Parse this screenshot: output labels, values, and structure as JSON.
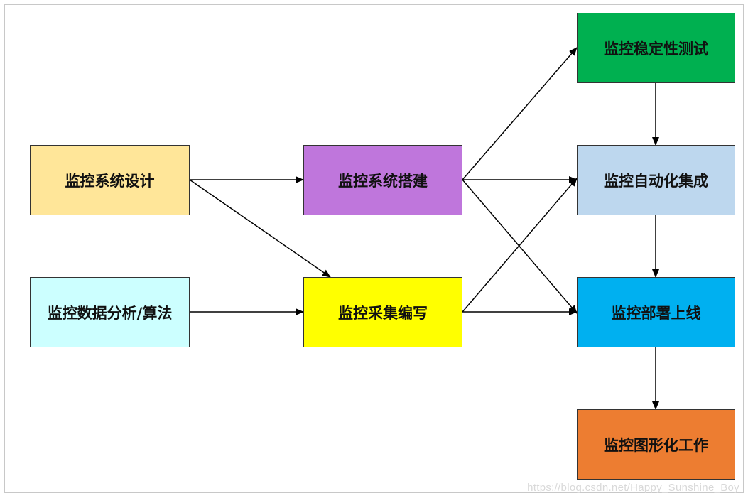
{
  "nodes": {
    "design": {
      "label": "监控系统设计",
      "color": "#FFE699"
    },
    "analysis": {
      "label": "监控数据分析/算法",
      "color": "#CCFFFF"
    },
    "build": {
      "label": "监控系统搭建",
      "color": "#BF76DC"
    },
    "collect": {
      "label": "监控采集编写",
      "color": "#FFFF00"
    },
    "stability": {
      "label": "监控稳定性测试",
      "color": "#00B050"
    },
    "automation": {
      "label": "监控自动化集成",
      "color": "#BDD7EE"
    },
    "deploy": {
      "label": "监控部署上线",
      "color": "#00B0F0"
    },
    "visualization": {
      "label": "监控图形化工作",
      "color": "#ED7D31"
    }
  },
  "edges": [
    [
      "design",
      "build"
    ],
    [
      "design",
      "collect"
    ],
    [
      "analysis",
      "collect"
    ],
    [
      "build",
      "stability"
    ],
    [
      "build",
      "automation"
    ],
    [
      "build",
      "deploy"
    ],
    [
      "collect",
      "automation"
    ],
    [
      "collect",
      "deploy"
    ],
    [
      "stability",
      "automation"
    ],
    [
      "automation",
      "deploy"
    ],
    [
      "deploy",
      "visualization"
    ]
  ],
  "watermark": "https://blog.csdn.net/Happy_Sunshine_Boy"
}
